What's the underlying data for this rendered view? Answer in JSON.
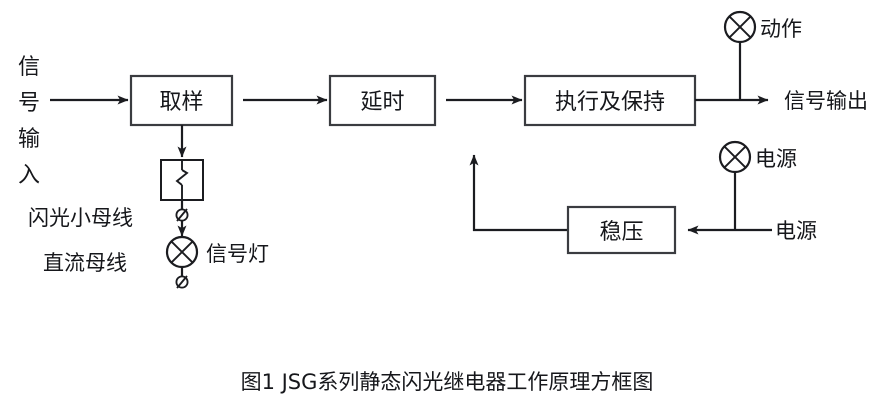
{
  "figure": {
    "caption": "图1  JSG系列静态闪光继电器工作原理方框图",
    "background_color": "#ffffff",
    "line_color": "#1b1c20",
    "text_color": "#16171b",
    "box_border_color": "#3a3c40"
  },
  "inputs": {
    "signal_input_stack": [
      "信",
      "号",
      "输",
      "入"
    ],
    "flash_bus_label": "闪光小母线",
    "dc_bus_label": "直流母线"
  },
  "blocks": [
    {
      "id": "sampling",
      "label": "取样"
    },
    {
      "id": "delay",
      "label": "延时"
    },
    {
      "id": "execute_hold",
      "label": "执行及保持"
    },
    {
      "id": "regulator",
      "label": "稳压"
    }
  ],
  "lamps": [
    {
      "id": "signal-lamp",
      "label": "信号灯",
      "icon": "lamp-cross-circle-icon"
    },
    {
      "id": "action-lamp",
      "label": "动作",
      "icon": "lamp-cross-circle-icon"
    },
    {
      "id": "power-lamp",
      "label": "电源",
      "icon": "lamp-cross-circle-icon"
    }
  ],
  "outputs": {
    "signal_output_label": "信号输出",
    "power_source_label": "电源"
  },
  "symbols": {
    "relay_contact": "relay-contact-switch-icon",
    "terminal_top": "terminal-slashed-circle-icon",
    "terminal_bottom": "terminal-slashed-circle-icon"
  }
}
